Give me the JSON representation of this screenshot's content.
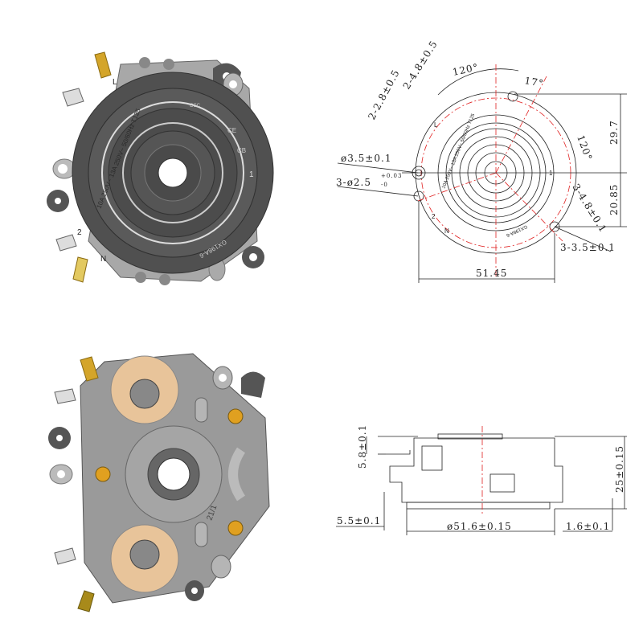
{
  "photo_top": {
    "rating_text": "10A 250V~ 13A 250V~ 50/60Hz T125",
    "terminal_labels": [
      "L",
      "1",
      "2",
      "N"
    ],
    "model": "GX198A-6",
    "cert_marks": [
      "CCC",
      "CE",
      "CB"
    ]
  },
  "photo_bottom": {
    "marking": "21/1"
  },
  "top_drawing": {
    "dims": {
      "tab_large": "2-4.8±0.5",
      "tab_small": "2-2.8±0.5",
      "angle_top": "120°",
      "angle_small": "17°",
      "angle_right": "120°",
      "hole_dia": "ø3.5±0.1",
      "hole_small": "3-ø2.5",
      "hole_small_tol": "+0.03",
      "hole_small_tol_low": "-0",
      "height_upper": "29.7",
      "height_lower": "20.85",
      "slot_width": "3-4.8±0.1",
      "slot_hole": "3-3.5±0.1",
      "width": "51.45"
    },
    "marking_text": "10A 250V~ 13A 250V~ 50/60Hz T125",
    "model": "GX198A-6",
    "terminal_labels": [
      "L",
      "1",
      "2",
      "N"
    ]
  },
  "side_drawing": {
    "dims": {
      "top_height": "5.8±0.1",
      "total_height": "25±0.15",
      "base_height": "5.5±0.1",
      "diameter": "ø51.6±0.15",
      "step": "1.6±0.1"
    }
  },
  "colors": {
    "red_centerline": "#e02020",
    "body_dark": "#4a4a4a",
    "plate_grey": "#9a9a9a",
    "brass": "#d4a52a",
    "copper": "#e8c49a"
  }
}
